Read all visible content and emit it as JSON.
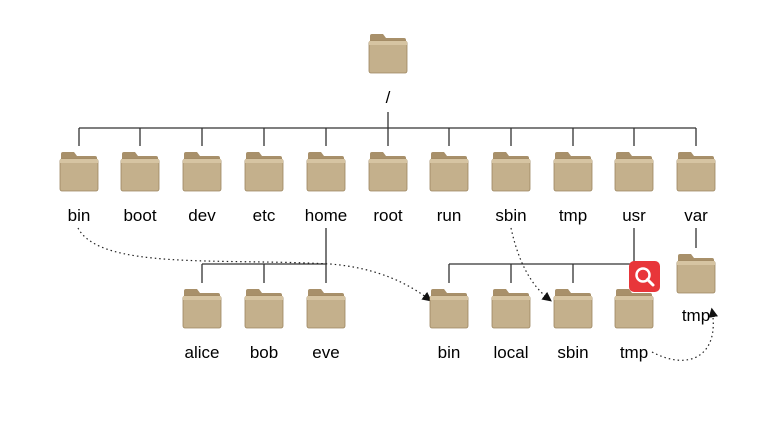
{
  "tree": {
    "root": {
      "label": "/"
    },
    "level1": [
      {
        "id": "bin",
        "label": "bin"
      },
      {
        "id": "boot",
        "label": "boot"
      },
      {
        "id": "dev",
        "label": "dev"
      },
      {
        "id": "etc",
        "label": "etc"
      },
      {
        "id": "home",
        "label": "home"
      },
      {
        "id": "root",
        "label": "root"
      },
      {
        "id": "run",
        "label": "run"
      },
      {
        "id": "sbin",
        "label": "sbin"
      },
      {
        "id": "tmp",
        "label": "tmp"
      },
      {
        "id": "usr",
        "label": "usr"
      },
      {
        "id": "var",
        "label": "var"
      }
    ],
    "home_children": [
      {
        "id": "alice",
        "label": "alice"
      },
      {
        "id": "bob",
        "label": "bob"
      },
      {
        "id": "eve",
        "label": "eve"
      }
    ],
    "usr_children": [
      {
        "id": "usr-bin",
        "label": "bin"
      },
      {
        "id": "usr-local",
        "label": "local"
      },
      {
        "id": "usr-sbin",
        "label": "sbin"
      },
      {
        "id": "usr-tmp",
        "label": "tmp"
      }
    ],
    "var_children": [
      {
        "id": "var-tmp",
        "label": "tmp"
      }
    ],
    "links": [
      {
        "from": "bin",
        "to": "usr-bin",
        "style": "dotted"
      },
      {
        "from": "sbin",
        "to": "usr-sbin",
        "style": "dotted"
      },
      {
        "from": "usr-tmp",
        "to": "var-tmp",
        "style": "dotted"
      }
    ]
  },
  "colors": {
    "folder_body": "#c4b08c",
    "folder_tab": "#a8906a",
    "line": "#333333",
    "badge": "#e8363a"
  },
  "icons": {
    "folder": "folder-icon",
    "search": "search-icon"
  }
}
